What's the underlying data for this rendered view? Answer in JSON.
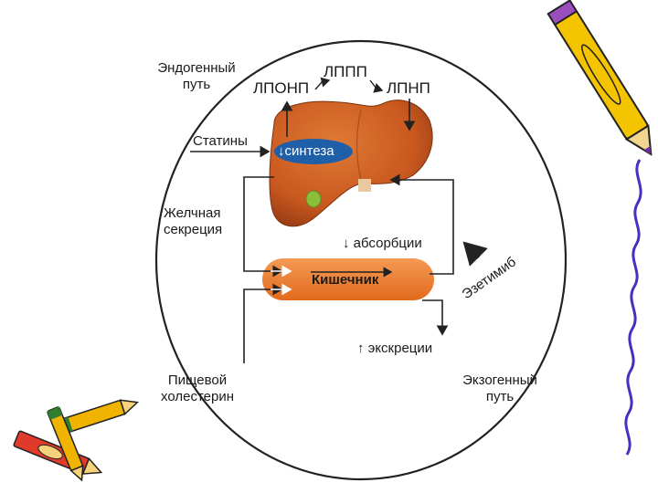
{
  "diagram": {
    "endogenous_path": [
      "Эндогенный",
      "путь"
    ],
    "exogenous_path": [
      "Экзогенный",
      "путь"
    ],
    "lipoproteins": {
      "vldl": "ЛПОНП",
      "idl": "ЛППП",
      "ldl": "ЛПНП"
    },
    "statins": "Статины",
    "synthesis": "↓синтеза",
    "bile_secretion": [
      "Желчная",
      "секреция"
    ],
    "absorption": "↓ абсорбции",
    "intestine": "Кишечник",
    "ezetimibe": "Эзетимиб",
    "excretion": "↑ экскреции",
    "dietary_cholesterol": [
      "Пищевой",
      "холестерин"
    ]
  },
  "colors": {
    "liver": "#c9581f",
    "liver_dark": "#a2421a",
    "gallbladder": "#8bbf3a",
    "synthesis_badge": "#1f5fa8",
    "intestine": "#ee7a2c",
    "outline": "#222222"
  },
  "decor": {
    "left_icon": "crayons-icon",
    "right_icon": "pencil-icon",
    "right_border": "squiggle-border"
  }
}
